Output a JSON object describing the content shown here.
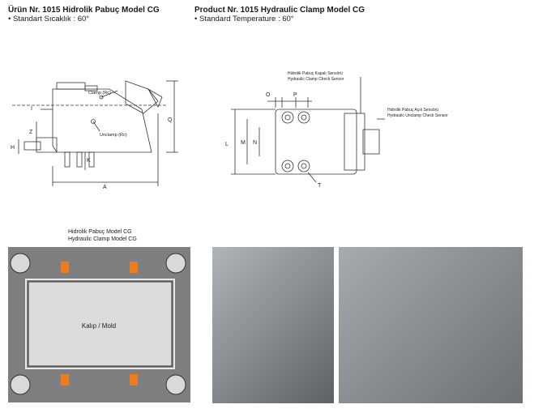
{
  "header": {
    "tr_title": "Ürün Nr. 1015 Hidrolik Pabuç Model CG",
    "tr_spec": "• Standart Sıcaklık : 60°",
    "en_title": "Product Nr. 1015 Hydraulic Clamp Model CG",
    "en_spec": "• Standard Temperature : 60°"
  },
  "side_drawing": {
    "labels": {
      "clamp": "Clamp (Rc)",
      "unclamp": "Unclamp (Rc)",
      "I": "I",
      "Z": "Z",
      "H": "H",
      "K": "K",
      "A": "A",
      "Q": "Q"
    }
  },
  "top_drawing": {
    "labels": {
      "O": "O",
      "P": "P",
      "L": "L",
      "M": "M",
      "N": "N",
      "T": "T",
      "sensor_closed_tr": "Hidrolik Pabuç Kapalı Sensörü",
      "sensor_closed_en": "Hydraulic Clamp Check Sensor",
      "sensor_open_tr": "Hidrolik Pabuç Açık Sensörü",
      "sensor_open_en": "Hydraulic Unclamp Check Sensor"
    }
  },
  "layout_diagram": {
    "callout_tr": "Hidrolik Pabuç Model CG",
    "callout_en": "Hydraulic Clamp Model CG",
    "mold_label": "Kalıp / Mold",
    "colors": {
      "plate": "#7d7f80",
      "mold": "#dcdcdc",
      "clamp": "#f07b1a"
    }
  },
  "photos": [
    {
      "name": "photo-press-left"
    },
    {
      "name": "photo-press-right"
    }
  ]
}
